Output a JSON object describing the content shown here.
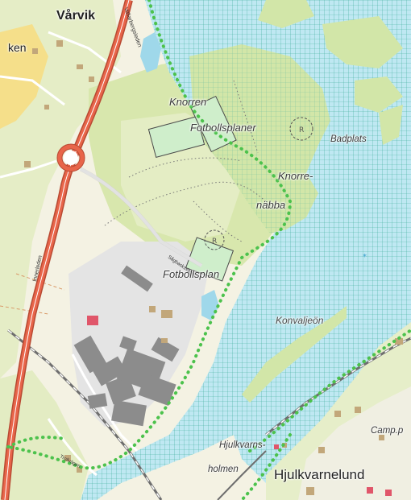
{
  "map": {
    "colors": {
      "sea": "#bfe8f2",
      "grid": "#3fae9a",
      "forest": "#dbeab3",
      "forest_light": "#e9f1cd",
      "open_land": "#f3f1e4",
      "urban": "#e6e6e6",
      "building": "#8c8c8c",
      "building_small": "#c2a77a",
      "field": "#cfeecb",
      "main_road": "#e8654a",
      "main_road_casing": "#b84a33",
      "boundary": "#4cc24c",
      "yellow_area": "#f5df8a",
      "railway": "#6e6e6e"
    },
    "icons": {
      "marker": "R-circle",
      "lake": "water-polygon"
    }
  },
  "labels": {
    "varvik": "Vårvik",
    "ken": "ken",
    "knorren": "Knorren",
    "fotbollsplaner": "Fotbollsplaner",
    "badplats": "Badplats",
    "knorre": "Knorre-",
    "nabba": "näbba",
    "fotbollsplan": "Fotbollsplan",
    "konvaljeon": "Konvaljeön",
    "hjulkvarns": "Hjulkvarns-",
    "holmen": "holmen",
    "hjulkvarnelund": "Hjulkvarnelund",
    "camp": "Camp.p",
    "vallarbergsleden": "Vallarbergsleden",
    "lillagatan": "Innerleden",
    "sagbacksvagen": "Sågbacksvägen",
    "trollvagen": "Trollvägen"
  },
  "markers": {
    "marker_1": "R",
    "marker_2": "R"
  }
}
